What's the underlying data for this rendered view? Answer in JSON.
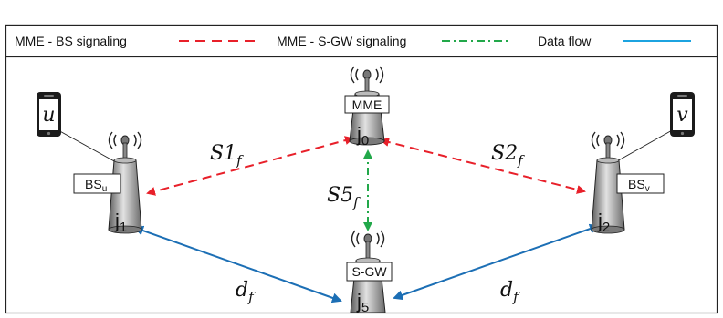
{
  "legend": {
    "items": [
      {
        "label": "MME - BS signaling",
        "style": "dashed",
        "color": "#e8202a"
      },
      {
        "label": "MME - S-GW signaling",
        "style": "dashdot",
        "color": "#22a84a"
      },
      {
        "label": "Data flow",
        "style": "solid",
        "color": "#1ca3e0"
      }
    ]
  },
  "nodes": {
    "mme": {
      "box": "MME",
      "id_base": "j",
      "id_sub": "0"
    },
    "bs_u": {
      "box_base": "BS",
      "box_sub": "u",
      "id_base": "j",
      "id_sub": "1"
    },
    "bs_v": {
      "box_base": "BS",
      "box_sub": "v",
      "id_base": "j",
      "id_sub": "2"
    },
    "sgw": {
      "box": "S-GW",
      "id_base": "j",
      "id_sub": "5"
    }
  },
  "users": {
    "u": "u",
    "v": "v"
  },
  "links": {
    "s1": {
      "base": "S1",
      "sub": "f"
    },
    "s2": {
      "base": "S2",
      "sub": "f"
    },
    "s5": {
      "base": "S5",
      "sub": "f"
    },
    "d_left": {
      "base": "d",
      "sub": "f"
    },
    "d_right": {
      "base": "d",
      "sub": "f"
    }
  },
  "colors": {
    "signaling_bs": "#e8202a",
    "signaling_sgw": "#22a84a",
    "data_flow": "#1c6fb5",
    "legend_data_flow": "#1ca3e0",
    "tower_dark": "#555555",
    "tower_light": "#d9d9d9"
  }
}
